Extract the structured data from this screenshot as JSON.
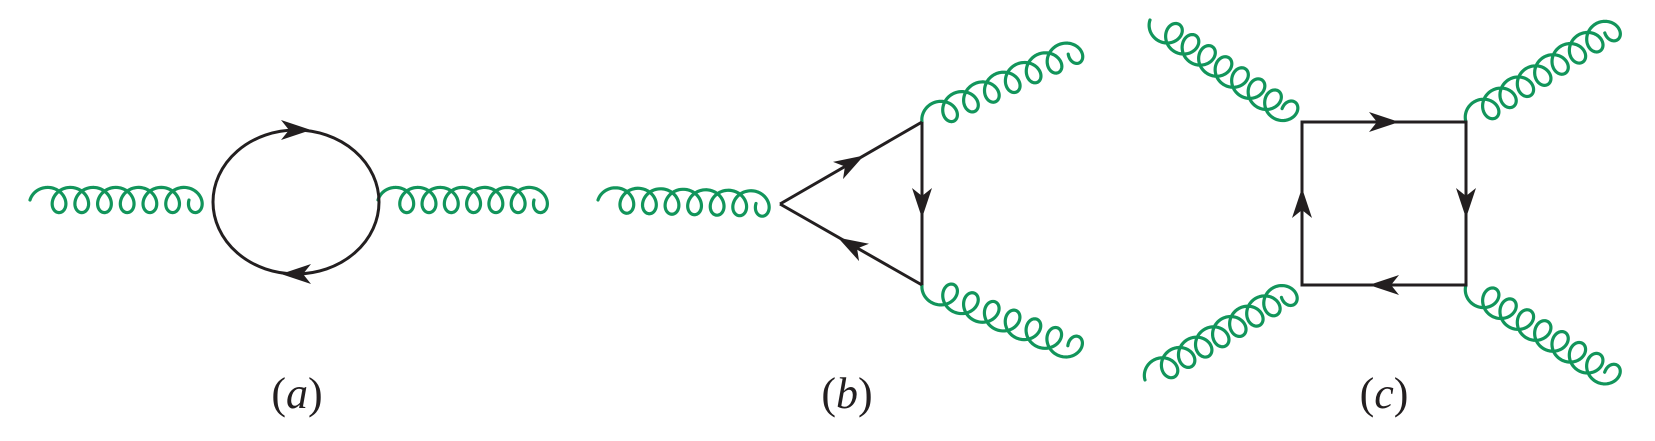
{
  "colors": {
    "gluon": "#12955b",
    "fermion": "#231f20",
    "background": "#ffffff"
  },
  "diagrams": [
    {
      "id": "a",
      "kind": "gluon-self-energy-loop",
      "label_open": "(",
      "label_letter": "a",
      "label_close": ")"
    },
    {
      "id": "b",
      "kind": "triangle-loop",
      "label_open": "(",
      "label_letter": "b",
      "label_close": ")"
    },
    {
      "id": "c",
      "kind": "box-loop",
      "label_open": "(",
      "label_letter": "c",
      "label_close": ")"
    }
  ]
}
